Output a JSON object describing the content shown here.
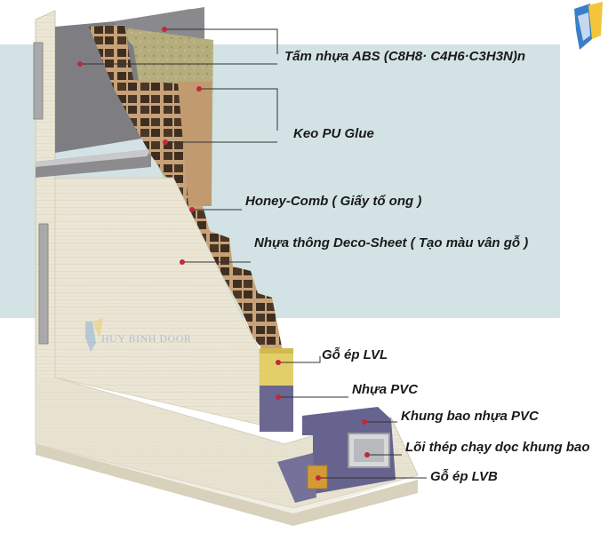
{
  "labels": {
    "abs_sheet": "Tấm nhựa ABS (C8H8· C4H6·C3H3N)n",
    "pu_glue": "Keo PU Glue",
    "honeycomb": "Honey-Comb ( Giấy tổ ong )",
    "deco_sheet": "Nhựa thông Deco-Sheet ( Tạo màu vân gỗ )",
    "lvl_wood": "Gỗ ép LVL",
    "pvc_core": "Nhựa PVC",
    "pvc_frame": "Khung bao nhựa PVC",
    "steel_core": "Lõi thép chạy dọc khung bao",
    "lvb_wood": "Gỗ ép LVB"
  },
  "watermark": {
    "text": "HUY BINH DOOR"
  },
  "colors": {
    "backdrop": "#d3e3e5",
    "abs_grey": "#7f7f83",
    "wood_light": "#ece7d6",
    "honeycomb": "#c9a27a",
    "pu_glue": "#b7b07a",
    "lvl_yellow": "#e3cf6a",
    "pvc_purple": "#6c6892",
    "dot_red": "#c2273b",
    "logo_blue": "#3a7ec8",
    "logo_yellow": "#f2c53a"
  }
}
